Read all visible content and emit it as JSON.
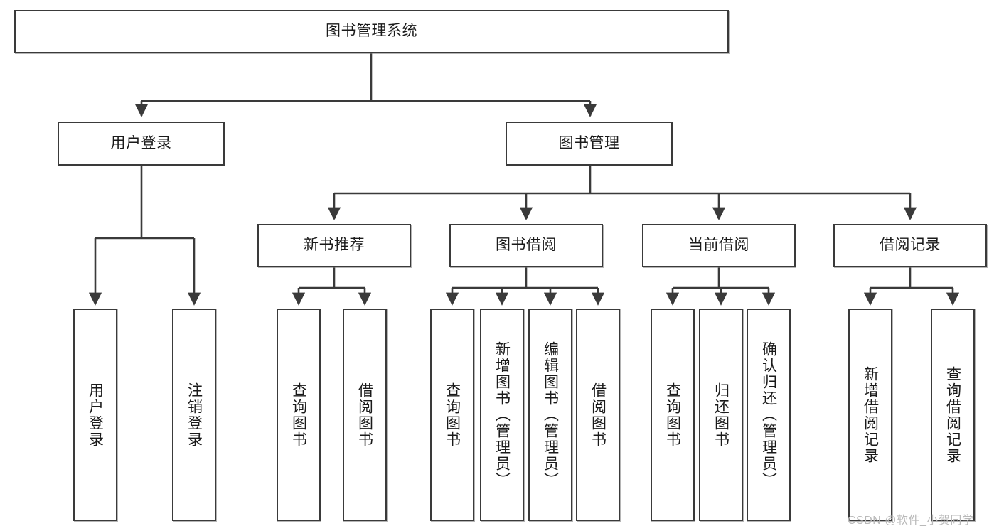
{
  "diagram": {
    "title": "图书管理系统",
    "type": "hierarchy-tree",
    "root": {
      "label": "图书管理系统"
    },
    "level2": [
      {
        "label": "用户登录"
      },
      {
        "label": "图书管理"
      }
    ],
    "level3": [
      {
        "label": "新书推荐"
      },
      {
        "label": "图书借阅"
      },
      {
        "label": "当前借阅"
      },
      {
        "label": "借阅记录"
      }
    ],
    "leaves": {
      "user_login": [
        {
          "label": "用户登录"
        },
        {
          "label": "注销登录"
        }
      ],
      "new_book_recommend": [
        {
          "label": "查询图书"
        },
        {
          "label": "借阅图书"
        }
      ],
      "book_borrow": [
        {
          "label": "查询图书"
        },
        {
          "label": "新增图书（管理员）"
        },
        {
          "label": "编辑图书（管理员）"
        },
        {
          "label": "借阅图书"
        }
      ],
      "current_borrow": [
        {
          "label": "查询图书"
        },
        {
          "label": "归还图书"
        },
        {
          "label": "确认归还（管理员）"
        }
      ],
      "borrow_record": [
        {
          "label": "新增借阅记录"
        },
        {
          "label": "查询借阅记录"
        }
      ]
    }
  },
  "watermark": {
    "text": "CSDN @软件_小贺同学"
  },
  "colors": {
    "box_border": "#3a3a3a",
    "box_fill": "#ffffff",
    "line": "#3a3a3a",
    "text": "#1a1a1a",
    "watermark": "#b9b9b9"
  }
}
